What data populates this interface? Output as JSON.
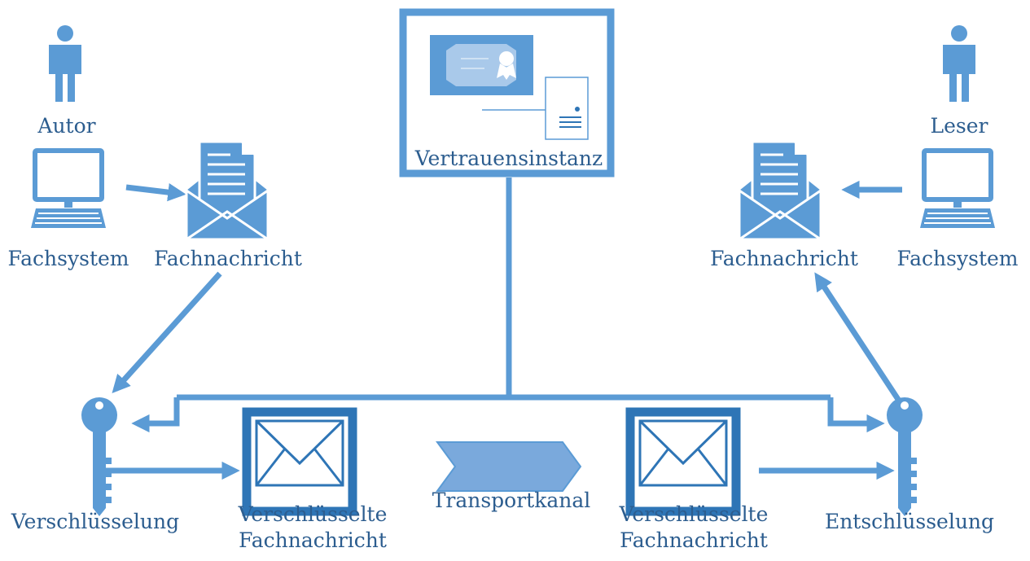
{
  "colors": {
    "primary": "#5b9bd5",
    "dark": "#2e75b6",
    "label": "#2c5d8f",
    "light": "#a9c9ea"
  },
  "nodes": {
    "autor": {
      "label": "Autor",
      "icon": "person-icon"
    },
    "leser": {
      "label": "Leser",
      "icon": "person-icon"
    },
    "fachsystem_left": {
      "label": "Fachsystem",
      "icon": "computer-icon"
    },
    "fachsystem_right": {
      "label": "Fachsystem",
      "icon": "computer-icon"
    },
    "fachnachricht_left": {
      "label": "Fachnachricht",
      "icon": "open-envelope-document-icon"
    },
    "fachnachricht_right": {
      "label": "Fachnachricht",
      "icon": "open-envelope-document-icon"
    },
    "vertrauensinstanz": {
      "label": "Vertrauensinstanz",
      "icon": "certificate-icon"
    },
    "verschluesselung": {
      "label": "Verschlüsselung",
      "icon": "key-icon"
    },
    "entschluesselung": {
      "label": "Entschlüsselung",
      "icon": "key-icon"
    },
    "enc_left": {
      "label_line1": "Verschlüsselte",
      "label_line2": "Fachnachricht",
      "icon": "closed-envelope-icon"
    },
    "enc_right": {
      "label_line1": "Verschlüsselte",
      "label_line2": "Fachnachricht",
      "icon": "closed-envelope-icon"
    },
    "transportkanal": {
      "label": "Transportkanal",
      "icon": "chevron-arrow-icon"
    }
  }
}
